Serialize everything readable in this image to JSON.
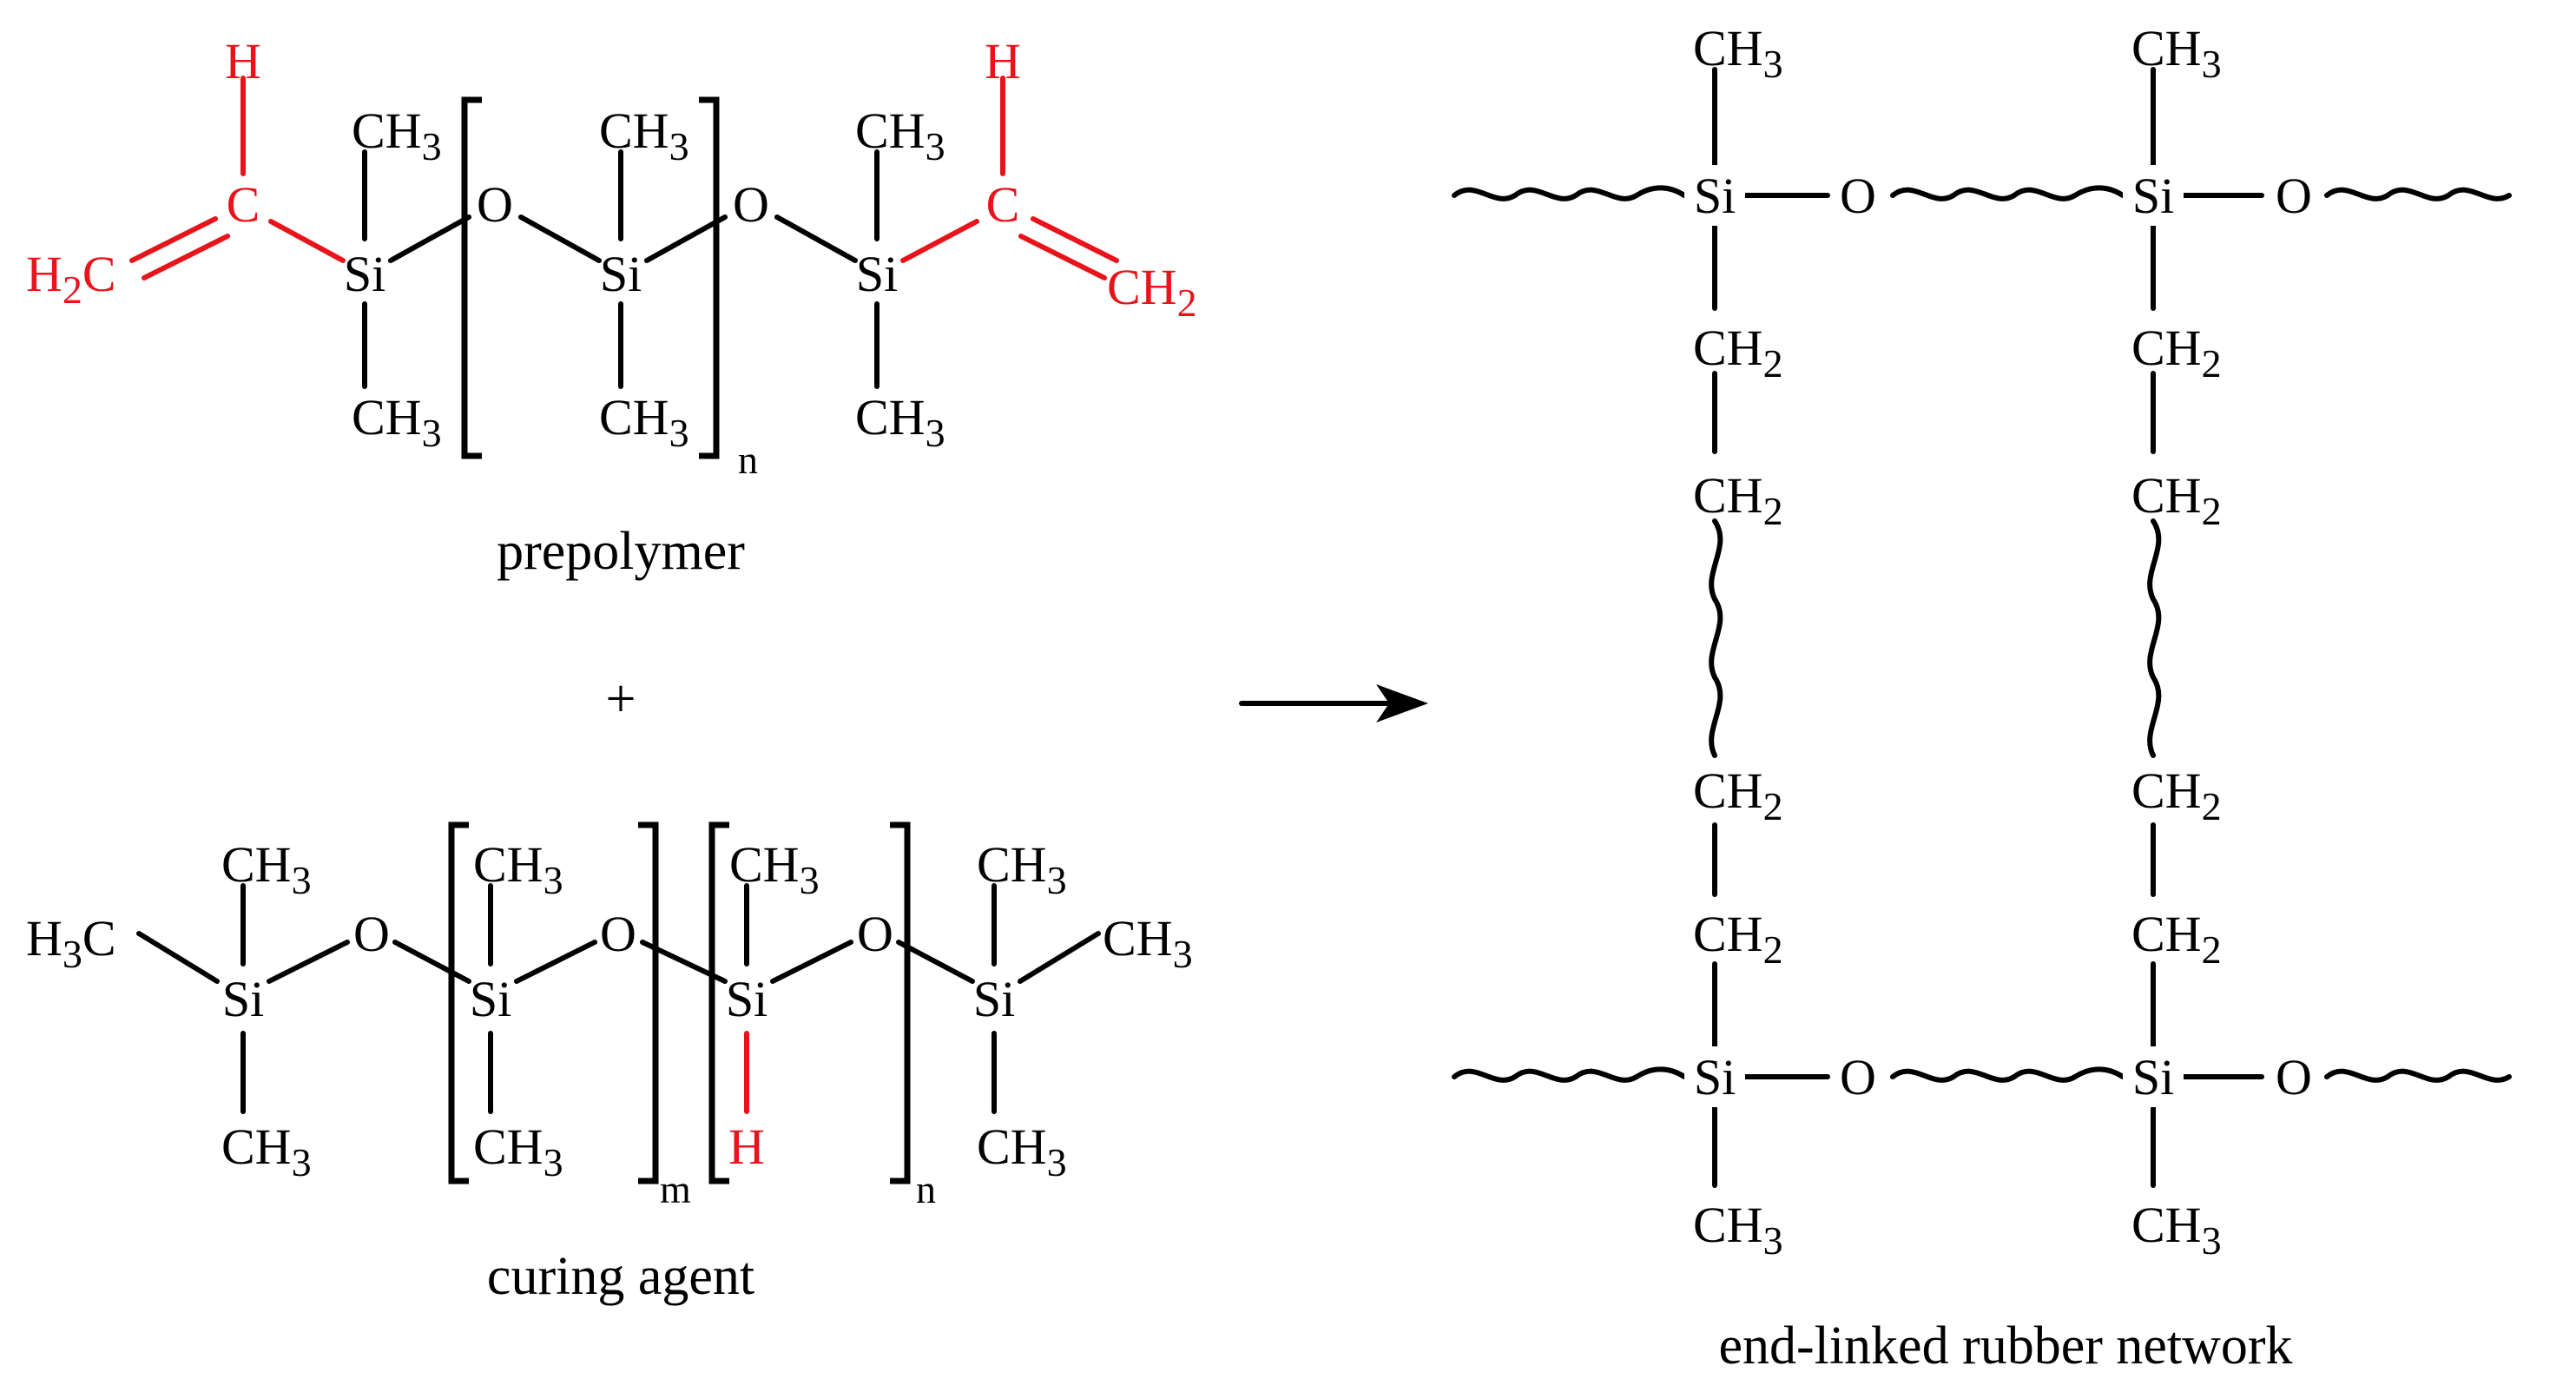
{
  "labels": {
    "prepolymer": "prepolymer",
    "curing_agent": "curing agent",
    "network": "end-linked rubber network",
    "plus": "+",
    "n": "n",
    "m": "m"
  },
  "atoms": {
    "Si": "Si",
    "O": "O",
    "C": "C",
    "H": "H",
    "CH": "CH",
    "H3C_H": "H",
    "H3C_C": "C",
    "H2C_H": "H",
    "H2C_C": "C",
    "CH2_sub": "2",
    "CH3_sub": "3"
  },
  "colors": {
    "bond": "#000000",
    "highlight": "#e8141b"
  }
}
